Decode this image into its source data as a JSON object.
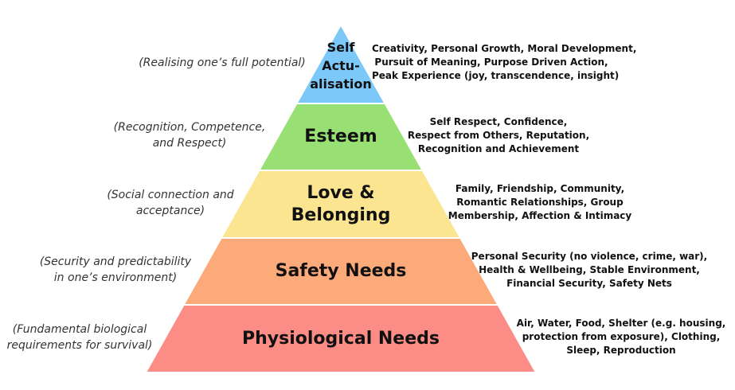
{
  "tiers": [
    {
      "id": "self-actualisation",
      "label_lines": [
        "Self",
        "Actu-",
        "alisation"
      ],
      "note_lines": [
        "(Realising one’s full potential)"
      ],
      "detail_lines": [
        "Creativity, Personal Growth, Moral Development,",
        "Pursuit of Meaning, Purpose Driven Action,",
        "Peak Experience (joy, transcendence, insight)"
      ],
      "color": "#7CC8F8"
    },
    {
      "id": "esteem",
      "label_lines": [
        "Esteem"
      ],
      "note_lines": [
        "(Recognition, Competence,",
        "and Respect)"
      ],
      "detail_lines": [
        "Self Respect, Confidence,",
        "Respect from Others, Reputation,",
        "Recognition and Achievement"
      ],
      "color": "#98E074"
    },
    {
      "id": "love-belonging",
      "label_lines": [
        "Love &",
        "Belonging"
      ],
      "note_lines": [
        "(Social connection and",
        "acceptance)"
      ],
      "detail_lines": [
        "Family, Friendship, Community,",
        "Romantic Relationships, Group",
        "Membership, Affection & Intimacy"
      ],
      "color": "#FBE590"
    },
    {
      "id": "safety-needs",
      "label_lines": [
        "Safety Needs"
      ],
      "note_lines": [
        "(Security and predictability",
        "in one’s environment)"
      ],
      "detail_lines": [
        "Personal Security (no violence, crime, war),",
        "Health & Wellbeing, Stable Environment,",
        "Financial Security, Safety Nets"
      ],
      "color": "#FCAA7A"
    },
    {
      "id": "physiological-needs",
      "label_lines": [
        "Physiological Needs"
      ],
      "note_lines": [
        "(Fundamental biological",
        "requirements for survival)"
      ],
      "detail_lines": [
        "Air, Water, Food, Shelter (e.g. housing,",
        "protection from exposure), Clothing,",
        "Sleep, Reproduction"
      ],
      "color": "#FC8C86"
    }
  ]
}
